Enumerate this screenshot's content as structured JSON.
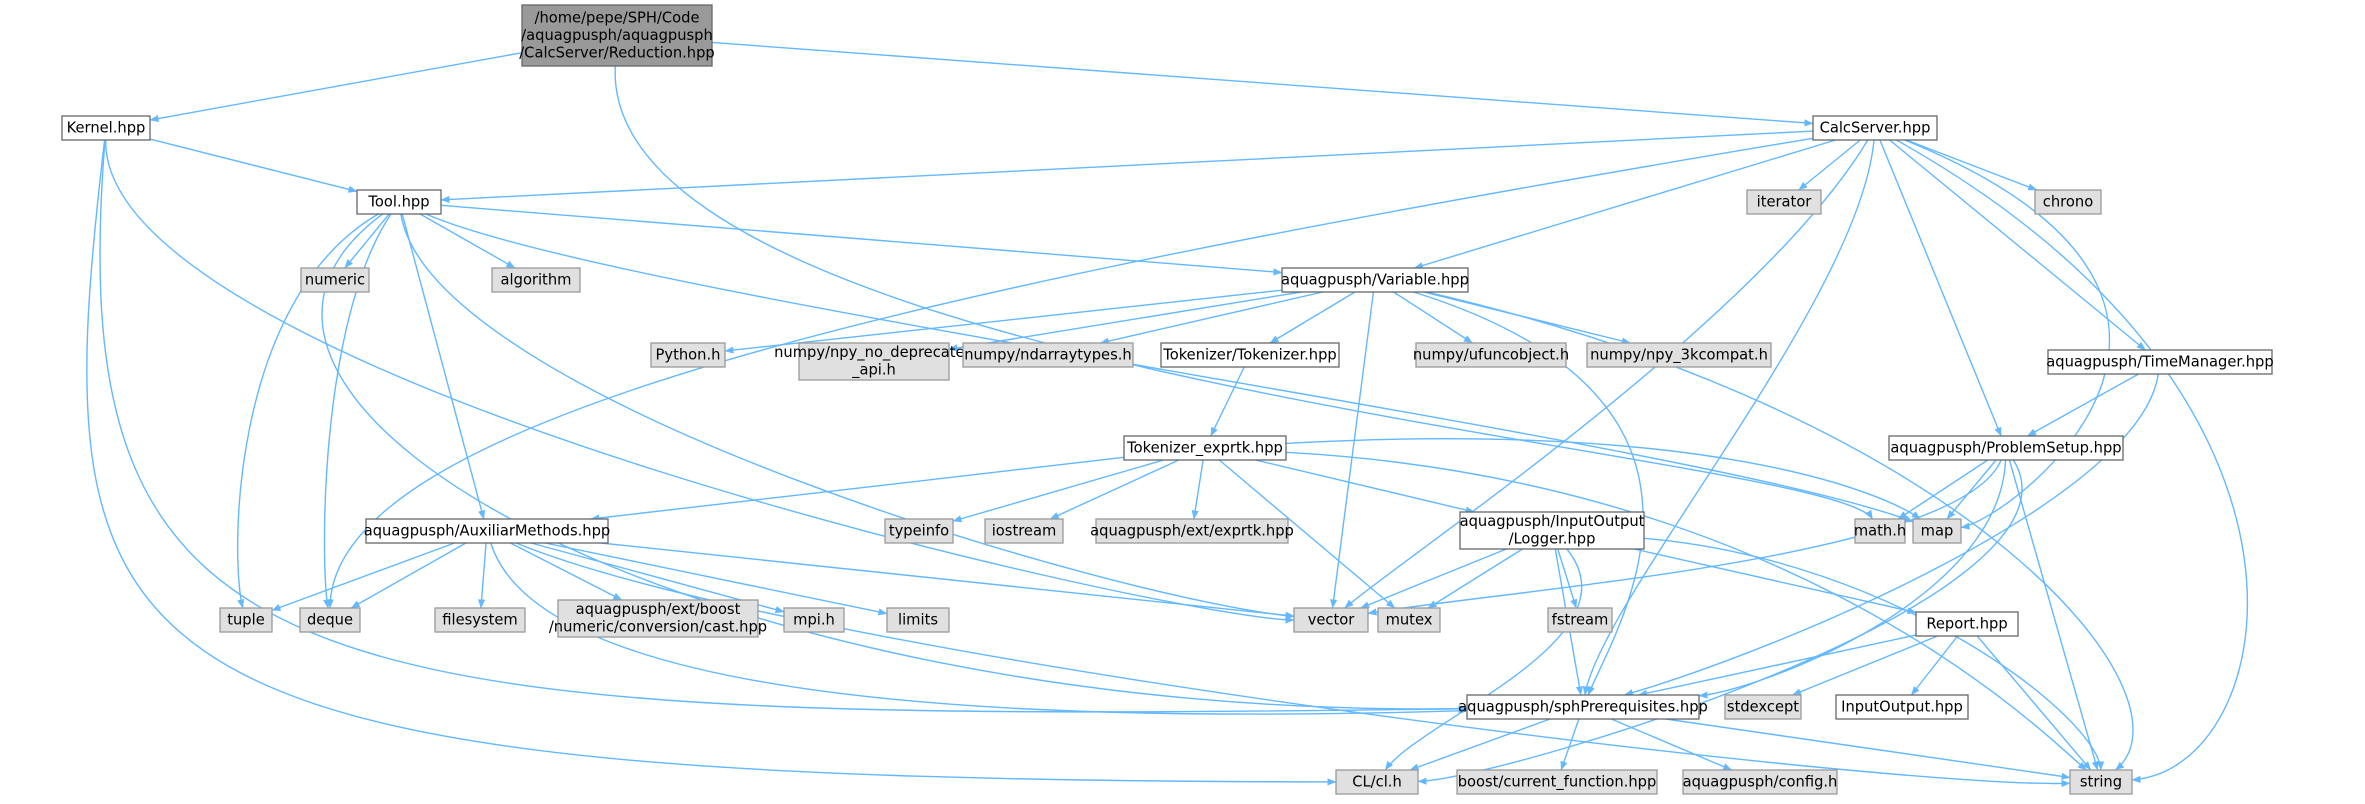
{
  "graph": {
    "colors": {
      "edge": "#63b8ff",
      "focus_fill": "#999999",
      "internal_fill": "#ffffff",
      "internal_border": "#666666",
      "external_fill": "#e0e0e0",
      "external_border": "#999999"
    },
    "nodes": [
      {
        "id": "reduction",
        "kind": "focus",
        "lines": [
          "/home/pepe/SPH/Code",
          "/aquagpusph/aquagpusph",
          "/CalcServer/Reduction.hpp"
        ]
      },
      {
        "id": "kernel",
        "kind": "internal",
        "lines": [
          "Kernel.hpp"
        ]
      },
      {
        "id": "calcserver",
        "kind": "internal",
        "lines": [
          "CalcServer.hpp"
        ]
      },
      {
        "id": "tool",
        "kind": "internal",
        "lines": [
          "Tool.hpp"
        ]
      },
      {
        "id": "iterator",
        "kind": "external",
        "lines": [
          "iterator"
        ]
      },
      {
        "id": "chrono",
        "kind": "external",
        "lines": [
          "chrono"
        ]
      },
      {
        "id": "numeric",
        "kind": "external",
        "lines": [
          "numeric"
        ]
      },
      {
        "id": "algorithm",
        "kind": "external",
        "lines": [
          "algorithm"
        ]
      },
      {
        "id": "variable",
        "kind": "internal",
        "lines": [
          "aquagpusph/Variable.hpp"
        ]
      },
      {
        "id": "python",
        "kind": "external",
        "lines": [
          "Python.h"
        ]
      },
      {
        "id": "npy_no_dep",
        "kind": "external",
        "lines": [
          "numpy/npy_no_deprecated",
          "_api.h"
        ]
      },
      {
        "id": "ndarraytypes",
        "kind": "external",
        "lines": [
          "numpy/ndarraytypes.h"
        ]
      },
      {
        "id": "tokenizer",
        "kind": "internal",
        "lines": [
          "Tokenizer/Tokenizer.hpp"
        ]
      },
      {
        "id": "ufuncobject",
        "kind": "external",
        "lines": [
          "numpy/ufuncobject.h"
        ]
      },
      {
        "id": "npy_3kcompat",
        "kind": "external",
        "lines": [
          "numpy/npy_3kcompat.h"
        ]
      },
      {
        "id": "timemanager",
        "kind": "internal",
        "lines": [
          "aquagpusph/TimeManager.hpp"
        ]
      },
      {
        "id": "tokenizer_exprtk",
        "kind": "internal",
        "lines": [
          "Tokenizer_exprtk.hpp"
        ]
      },
      {
        "id": "problemsetup",
        "kind": "internal",
        "lines": [
          "aquagpusph/ProblemSetup.hpp"
        ]
      },
      {
        "id": "auxiliar",
        "kind": "internal",
        "lines": [
          "aquagpusph/AuxiliarMethods.hpp"
        ]
      },
      {
        "id": "typeinfo",
        "kind": "external",
        "lines": [
          "typeinfo"
        ]
      },
      {
        "id": "iostream",
        "kind": "external",
        "lines": [
          "iostream"
        ]
      },
      {
        "id": "exprtk",
        "kind": "external",
        "lines": [
          "aquagpusph/ext/exprtk.hpp"
        ]
      },
      {
        "id": "logger",
        "kind": "internal",
        "lines": [
          "aquagpusph/InputOutput",
          "/Logger.hpp"
        ]
      },
      {
        "id": "mathh",
        "kind": "external",
        "lines": [
          "math.h"
        ]
      },
      {
        "id": "map",
        "kind": "external",
        "lines": [
          "map"
        ]
      },
      {
        "id": "tuple",
        "kind": "external",
        "lines": [
          "tuple"
        ]
      },
      {
        "id": "deque",
        "kind": "external",
        "lines": [
          "deque"
        ]
      },
      {
        "id": "filesystem",
        "kind": "external",
        "lines": [
          "filesystem"
        ]
      },
      {
        "id": "boostcast",
        "kind": "external",
        "lines": [
          "aquagpusph/ext/boost",
          "/numeric/conversion/cast.hpp"
        ]
      },
      {
        "id": "mpih",
        "kind": "external",
        "lines": [
          "mpi.h"
        ]
      },
      {
        "id": "limits",
        "kind": "external",
        "lines": [
          "limits"
        ]
      },
      {
        "id": "vector",
        "kind": "external",
        "lines": [
          "vector"
        ]
      },
      {
        "id": "mutex",
        "kind": "external",
        "lines": [
          "mutex"
        ]
      },
      {
        "id": "fstream",
        "kind": "external",
        "lines": [
          "fstream"
        ]
      },
      {
        "id": "report",
        "kind": "internal",
        "lines": [
          "Report.hpp"
        ]
      },
      {
        "id": "sphprereq",
        "kind": "internal",
        "lines": [
          "aquagpusph/sphPrerequisites.hpp"
        ]
      },
      {
        "id": "stdexcept",
        "kind": "external",
        "lines": [
          "stdexcept"
        ]
      },
      {
        "id": "inputoutput",
        "kind": "internal",
        "lines": [
          "InputOutput.hpp"
        ]
      },
      {
        "id": "clh",
        "kind": "external",
        "lines": [
          "CL/cl.h"
        ]
      },
      {
        "id": "boostcf",
        "kind": "external",
        "lines": [
          "boost/current_function.hpp"
        ]
      },
      {
        "id": "configh",
        "kind": "external",
        "lines": [
          "aquagpusph/config.h"
        ]
      },
      {
        "id": "string",
        "kind": "external",
        "lines": [
          "string"
        ]
      }
    ],
    "edges": [
      [
        "reduction",
        "kernel"
      ],
      [
        "reduction",
        "calcserver"
      ],
      [
        "reduction",
        "mathh"
      ],
      [
        "kernel",
        "tool"
      ],
      [
        "kernel",
        "sphprereq"
      ],
      [
        "kernel",
        "clh"
      ],
      [
        "kernel",
        "vector"
      ],
      [
        "calcserver",
        "tool"
      ],
      [
        "calcserver",
        "iterator"
      ],
      [
        "calcserver",
        "chrono"
      ],
      [
        "calcserver",
        "variable"
      ],
      [
        "calcserver",
        "timemanager"
      ],
      [
        "calcserver",
        "problemsetup"
      ],
      [
        "calcserver",
        "sphprereq"
      ],
      [
        "calcserver",
        "vector"
      ],
      [
        "calcserver",
        "deque"
      ],
      [
        "calcserver",
        "map"
      ],
      [
        "calcserver",
        "string"
      ],
      [
        "tool",
        "numeric"
      ],
      [
        "tool",
        "algorithm"
      ],
      [
        "tool",
        "variable"
      ],
      [
        "tool",
        "auxiliar"
      ],
      [
        "tool",
        "tuple"
      ],
      [
        "tool",
        "deque"
      ],
      [
        "tool",
        "vector"
      ],
      [
        "tool",
        "sphprereq"
      ],
      [
        "tool",
        "map"
      ],
      [
        "variable",
        "python"
      ],
      [
        "variable",
        "npy_no_dep"
      ],
      [
        "variable",
        "ndarraytypes"
      ],
      [
        "variable",
        "tokenizer"
      ],
      [
        "variable",
        "ufuncobject"
      ],
      [
        "variable",
        "npy_3kcompat"
      ],
      [
        "variable",
        "vector"
      ],
      [
        "variable",
        "sphprereq"
      ],
      [
        "variable",
        "string"
      ],
      [
        "tokenizer",
        "tokenizer_exprtk"
      ],
      [
        "tokenizer_exprtk",
        "auxiliar"
      ],
      [
        "tokenizer_exprtk",
        "typeinfo"
      ],
      [
        "tokenizer_exprtk",
        "iostream"
      ],
      [
        "tokenizer_exprtk",
        "exprtk"
      ],
      [
        "tokenizer_exprtk",
        "logger"
      ],
      [
        "tokenizer_exprtk",
        "mutex"
      ],
      [
        "tokenizer_exprtk",
        "map"
      ],
      [
        "tokenizer_exprtk",
        "string"
      ],
      [
        "timemanager",
        "problemsetup"
      ],
      [
        "timemanager",
        "sphprereq"
      ],
      [
        "problemsetup",
        "mathh"
      ],
      [
        "problemsetup",
        "map"
      ],
      [
        "problemsetup",
        "vector"
      ],
      [
        "problemsetup",
        "sphprereq"
      ],
      [
        "problemsetup",
        "clh"
      ],
      [
        "problemsetup",
        "string"
      ],
      [
        "auxiliar",
        "tuple"
      ],
      [
        "auxiliar",
        "deque"
      ],
      [
        "auxiliar",
        "filesystem"
      ],
      [
        "auxiliar",
        "boostcast"
      ],
      [
        "auxiliar",
        "mpih"
      ],
      [
        "auxiliar",
        "limits"
      ],
      [
        "auxiliar",
        "vector"
      ],
      [
        "auxiliar",
        "sphprereq"
      ],
      [
        "auxiliar",
        "string"
      ],
      [
        "logger",
        "vector"
      ],
      [
        "logger",
        "mutex"
      ],
      [
        "logger",
        "fstream"
      ],
      [
        "logger",
        "report"
      ],
      [
        "logger",
        "sphprereq"
      ],
      [
        "logger",
        "clh"
      ],
      [
        "logger",
        "string"
      ],
      [
        "report",
        "sphprereq"
      ],
      [
        "report",
        "stdexcept"
      ],
      [
        "report",
        "inputoutput"
      ],
      [
        "report",
        "string"
      ],
      [
        "sphprereq",
        "clh"
      ],
      [
        "sphprereq",
        "boostcf"
      ],
      [
        "sphprereq",
        "configh"
      ],
      [
        "sphprereq",
        "string"
      ]
    ]
  }
}
